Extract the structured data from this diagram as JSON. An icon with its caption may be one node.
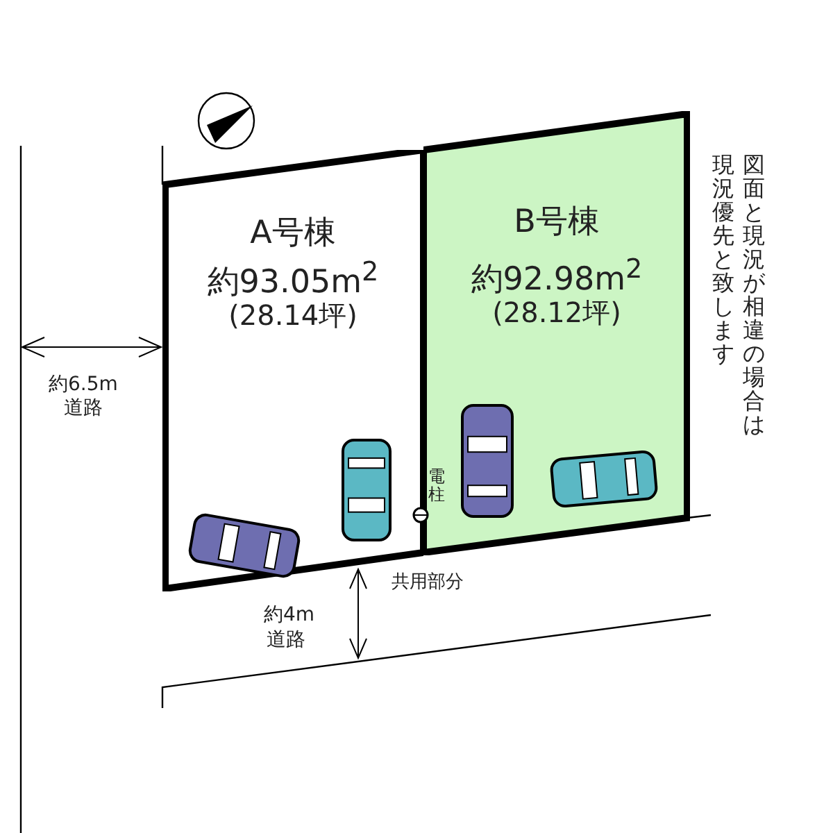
{
  "diagram": {
    "nodes": [
      {
        "text": [
          "A号棟",
          "約93.05m$^{2}$",
          "(28.14坪)"
        ]
      },
      {
        "text": [
          "B号棟",
          "約92.98m$^{2}$",
          "(28.12坪)"
        ]
      }
    ],
    "labels": [
      "図面と現況が相違の場合は現況優先と致します",
      "約6.5m",
      "道路",
      "電柱",
      "共用部分",
      "約4m",
      "道路"
    ]
  }
}
